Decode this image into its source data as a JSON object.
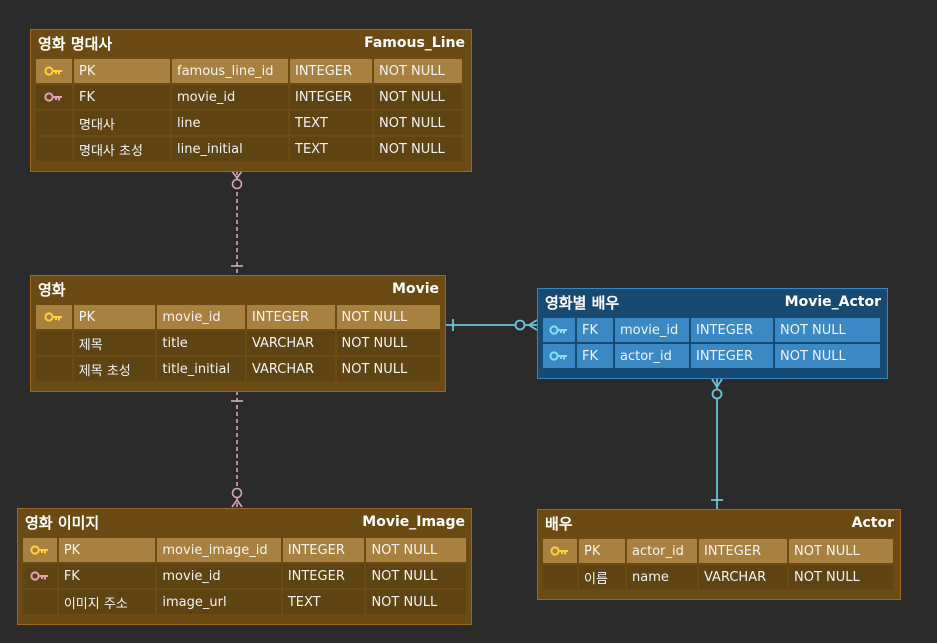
{
  "entities": {
    "famous_line": {
      "name_ko": "영화 명대사",
      "name_en": "Famous_Line",
      "rows": [
        {
          "key": "PK",
          "column": "famous_line_id",
          "type": "INTEGER",
          "null": "NOT NULL"
        },
        {
          "key": "FK",
          "column": "movie_id",
          "type": "INTEGER",
          "null": "NOT NULL"
        },
        {
          "key": "명대사",
          "column": "line",
          "type": "TEXT",
          "null": "NOT NULL"
        },
        {
          "key": "명대사 초성",
          "column": "line_initial",
          "type": "TEXT",
          "null": "NOT NULL"
        }
      ]
    },
    "movie": {
      "name_ko": "영화",
      "name_en": "Movie",
      "rows": [
        {
          "key": "PK",
          "column": "movie_id",
          "type": "INTEGER",
          "null": "NOT NULL"
        },
        {
          "key": "제목",
          "column": "title",
          "type": "VARCHAR",
          "null": "NOT NULL"
        },
        {
          "key": "제목 초성",
          "column": "title_initial",
          "type": "VARCHAR",
          "null": "NOT NULL"
        }
      ]
    },
    "movie_actor": {
      "name_ko": "영화별 배우",
      "name_en": "Movie_Actor",
      "rows": [
        {
          "key": "FK",
          "column": "movie_id",
          "type": "INTEGER",
          "null": "NOT NULL"
        },
        {
          "key": "FK",
          "column": "actor_id",
          "type": "INTEGER",
          "null": "NOT NULL"
        }
      ]
    },
    "movie_image": {
      "name_ko": "영화 이미지",
      "name_en": "Movie_Image",
      "rows": [
        {
          "key": "PK",
          "column": "movie_image_id",
          "type": "INTEGER",
          "null": "NOT NULL"
        },
        {
          "key": "FK",
          "column": "movie_id",
          "type": "INTEGER",
          "null": "NOT NULL"
        },
        {
          "key": "이미지 주소",
          "column": "image_url",
          "type": "TEXT",
          "null": "NOT NULL"
        }
      ]
    },
    "actor": {
      "name_ko": "배우",
      "name_en": "Actor",
      "rows": [
        {
          "key": "PK",
          "column": "actor_id",
          "type": "INTEGER",
          "null": "NOT NULL"
        },
        {
          "key": "이름",
          "column": "name",
          "type": "VARCHAR",
          "null": "NOT NULL"
        }
      ]
    }
  },
  "icons": {
    "pk": "key-icon-gold",
    "fk": "key-icon-pink",
    "fk_blue": "key-icon-cyan"
  },
  "colors": {
    "background": "#2b2b2b",
    "entity_brown": "#6b4a13",
    "entity_blue": "#174a72",
    "pk_row": "#a8803f",
    "blue_row": "#3a88c4",
    "relation_pink": "#d8a7b5",
    "relation_cyan": "#6cc4d8"
  }
}
